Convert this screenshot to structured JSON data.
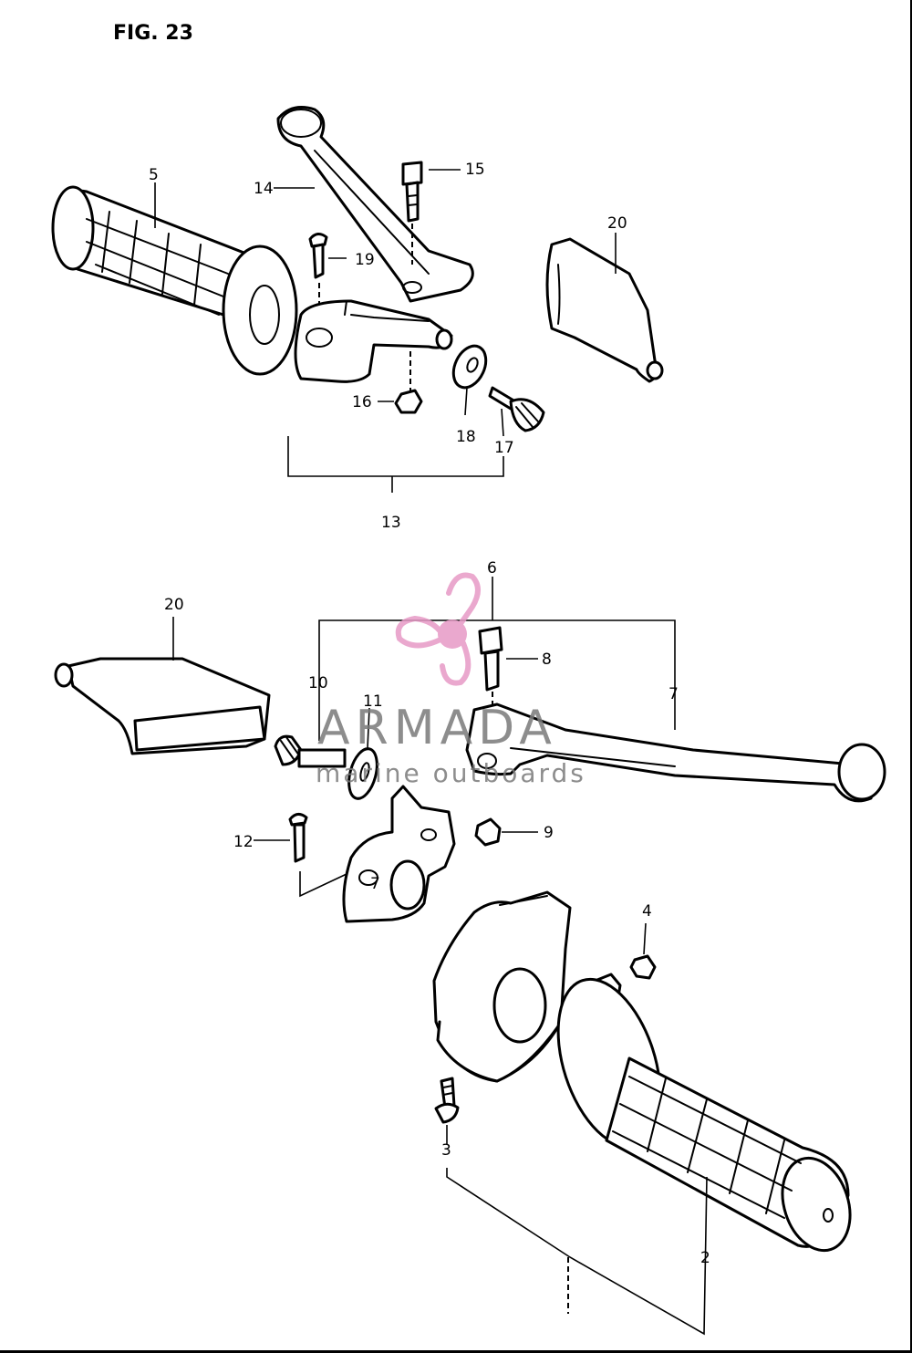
{
  "figure": {
    "title": "FIG. 23"
  },
  "callouts": {
    "c2": "2",
    "c3": "3",
    "c4": "4",
    "c5": "5",
    "c6": "6",
    "c7": "7",
    "c7b": "7",
    "c8": "8",
    "c9": "9",
    "c10": "10",
    "c11": "11",
    "c12": "12",
    "c13": "13",
    "c14": "14",
    "c15": "15",
    "c16": "16",
    "c17": "17",
    "c18": "18",
    "c19": "19",
    "c20a": "20",
    "c20b": "20"
  },
  "watermark": {
    "brand": "ARMADA",
    "tagline": "marine outboards",
    "brand_color": "#e79ac6",
    "text_color": "#7a7a7a",
    "icon": "propeller-logo"
  }
}
